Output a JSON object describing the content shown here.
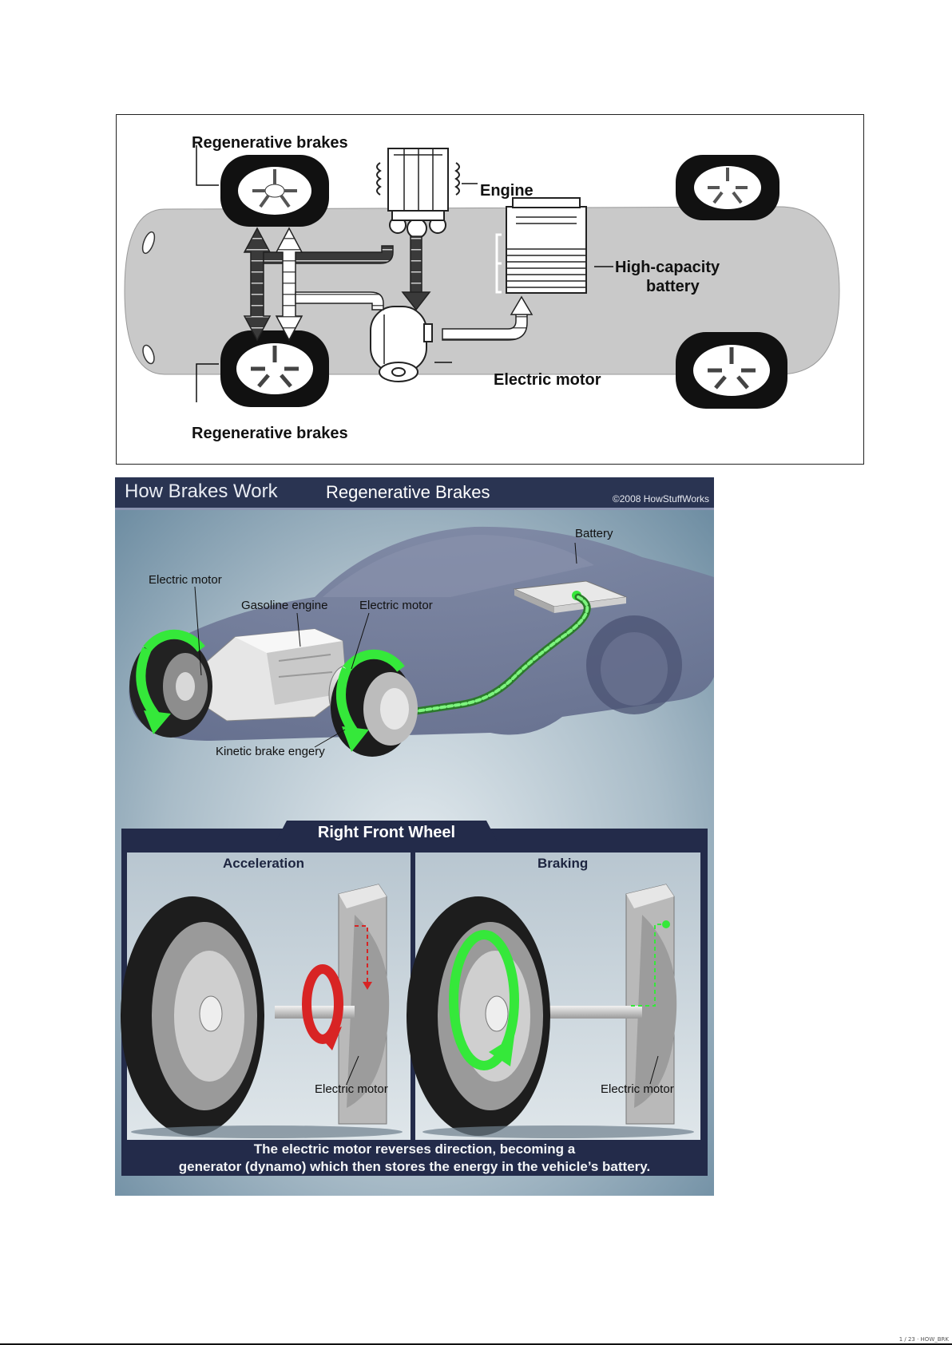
{
  "top_diagram": {
    "labels": {
      "regen_top": "Regenerative brakes",
      "regen_bottom": "Regenerative brakes",
      "engine": "Engine",
      "battery_line1": "High-capacity",
      "battery_line2": "battery",
      "electric_motor": "Electric motor"
    }
  },
  "hsw_illustration": {
    "header": {
      "title": "How Brakes Work",
      "subtitle": "Regenerative Brakes",
      "copyright": "©2008 HowStuffWorks"
    },
    "car_labels": {
      "battery": "Battery",
      "electric_motor_rear": "Electric motor",
      "gasoline_engine": "Gasoline engine",
      "electric_motor_front": "Electric motor",
      "kinetic": "Kinetic brake engery"
    },
    "panel": {
      "title": "Right Front Wheel",
      "acceleration": "Acceleration",
      "braking": "Braking",
      "motor_left": "Electric motor",
      "motor_right": "Electric motor",
      "caption_line1": "The electric motor reverses direction, becoming a",
      "caption_line2": "generator (dynamo) which then stores the energy in the vehicle’s battery."
    },
    "colors": {
      "header_bg": "#2a3452",
      "panel_bg": "#232b4a",
      "energy_green": "#35e83a",
      "accel_red": "#d82424"
    }
  },
  "footer": {
    "mark": "1 / 23 · HOW_BRK"
  }
}
